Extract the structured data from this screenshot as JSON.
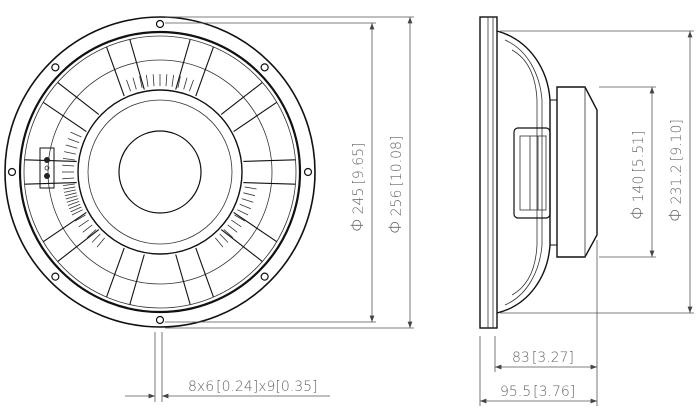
{
  "drawing": {
    "front_view": {
      "mounting_holes": 8
    },
    "dimensions": {
      "baffle_cutout": {
        "symbol": "Φ",
        "mm": "245",
        "in": "9.65"
      },
      "outer_diameter": {
        "symbol": "Φ",
        "mm": "256",
        "in": "10.08"
      },
      "magnet_diameter": {
        "symbol": "Φ",
        "mm": "140",
        "in": "5.51"
      },
      "basket_diameter": {
        "symbol": "Φ",
        "mm": "231.2",
        "in": "9.10"
      },
      "depth_from_flange": {
        "mm": "83",
        "in": "3.27"
      },
      "overall_depth": {
        "mm": "95.5",
        "in": "3.76"
      },
      "mounting_holes": {
        "count_prefix": "8x6",
        "in1": "0.24",
        "mid": "x9",
        "in2": "0.35"
      }
    },
    "colors": {
      "line": "#111111",
      "dimension_text": "#666666"
    }
  }
}
